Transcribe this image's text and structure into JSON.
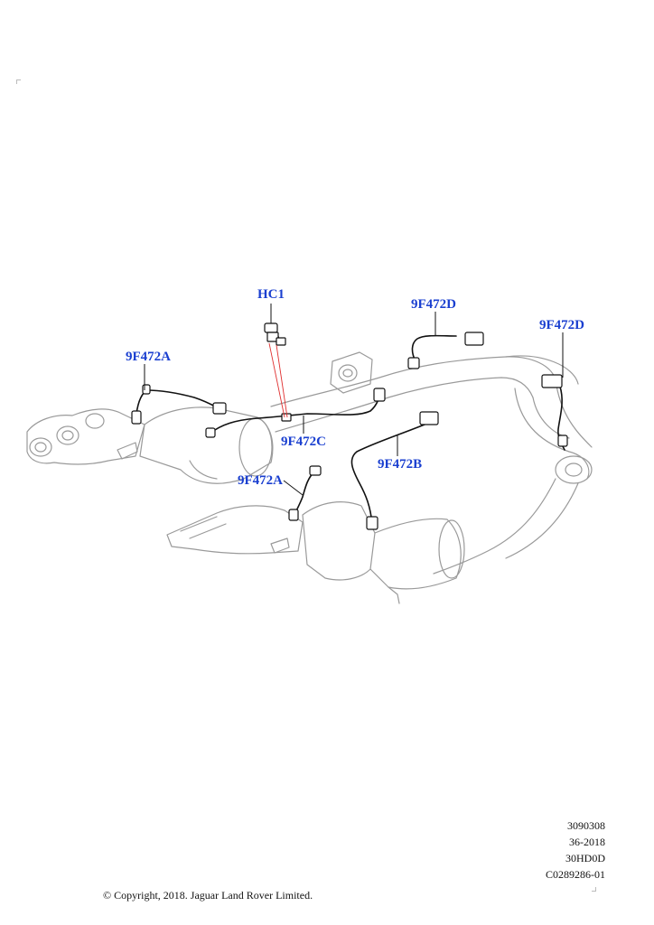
{
  "callouts": {
    "hc1": "HC1",
    "d_top": "9F472D",
    "d_right": "9F472D",
    "a_left": "9F472A",
    "c_mid": "9F472C",
    "b_mid": "9F472B",
    "a_lower": "9F472A"
  },
  "reference": {
    "line1": "3090308",
    "line2": "36-2018",
    "line3": "30HD0D",
    "line4": "C0289286-01"
  },
  "copyright": "© Copyright, 2018. Jaguar Land Rover Limited.",
  "colors": {
    "callout": "#1a3fd0",
    "outline": "#9a9a9a",
    "cable": "#111111",
    "leader": "#e03030"
  }
}
